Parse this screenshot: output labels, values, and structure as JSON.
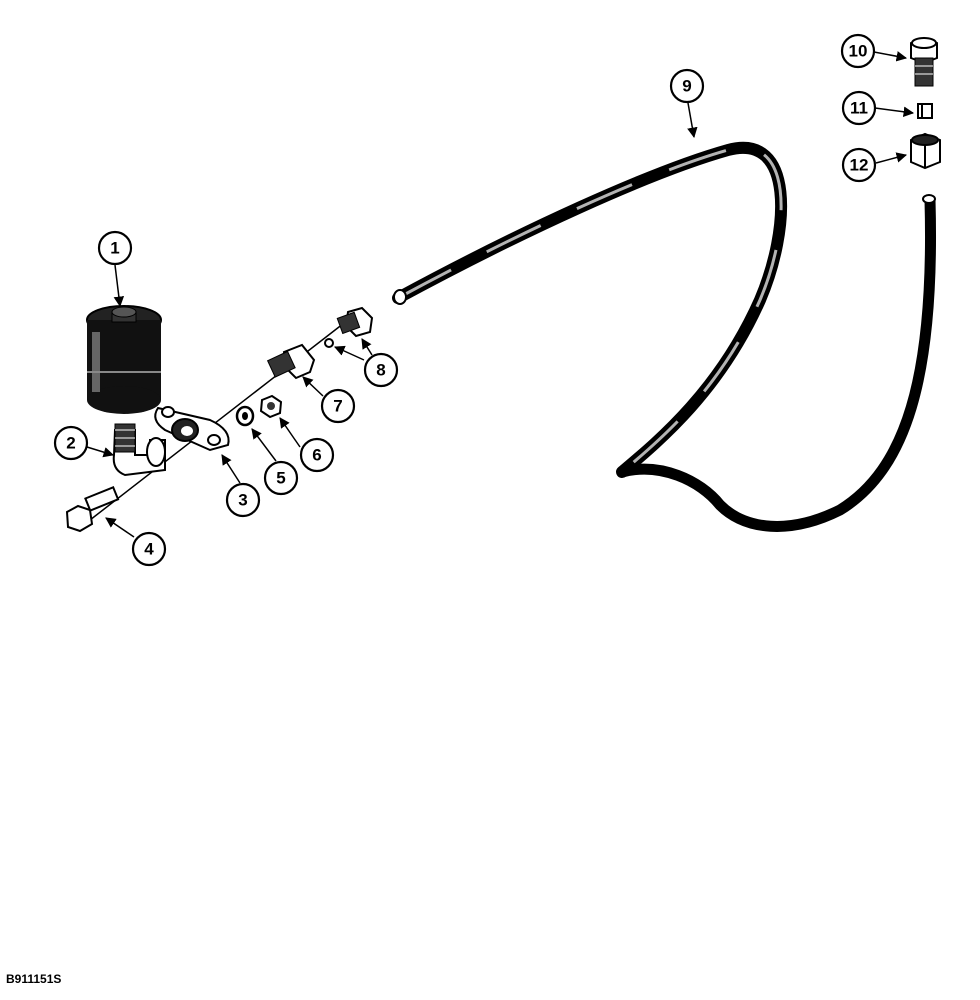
{
  "figure_code": "B911151S",
  "callouts": [
    "1",
    "2",
    "3",
    "4",
    "5",
    "6",
    "7",
    "8",
    "9",
    "10",
    "11",
    "12"
  ]
}
